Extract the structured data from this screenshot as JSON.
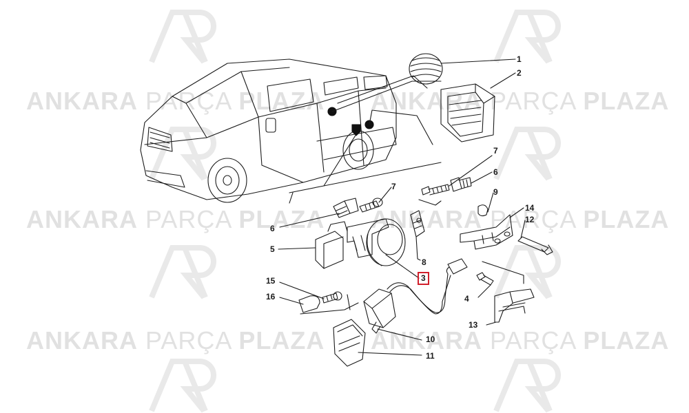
{
  "watermark": {
    "part1": "ANKARA",
    "part2": "PARÇA",
    "part3": "PLAZA",
    "logo_text": "AP",
    "color": "#c9c9c9",
    "accent": "#e58a93"
  },
  "callouts": {
    "c1": "1",
    "c2": "2",
    "c3": "3",
    "c4": "4",
    "c5": "5",
    "c6a": "6",
    "c6b": "6",
    "c7a": "7",
    "c7b": "7",
    "c8": "8",
    "c9": "9",
    "c10": "10",
    "c11": "11",
    "c12": "12",
    "c13": "13",
    "c14": "14",
    "c15": "15",
    "c16": "16"
  },
  "highlight_color": "#d11f2b"
}
